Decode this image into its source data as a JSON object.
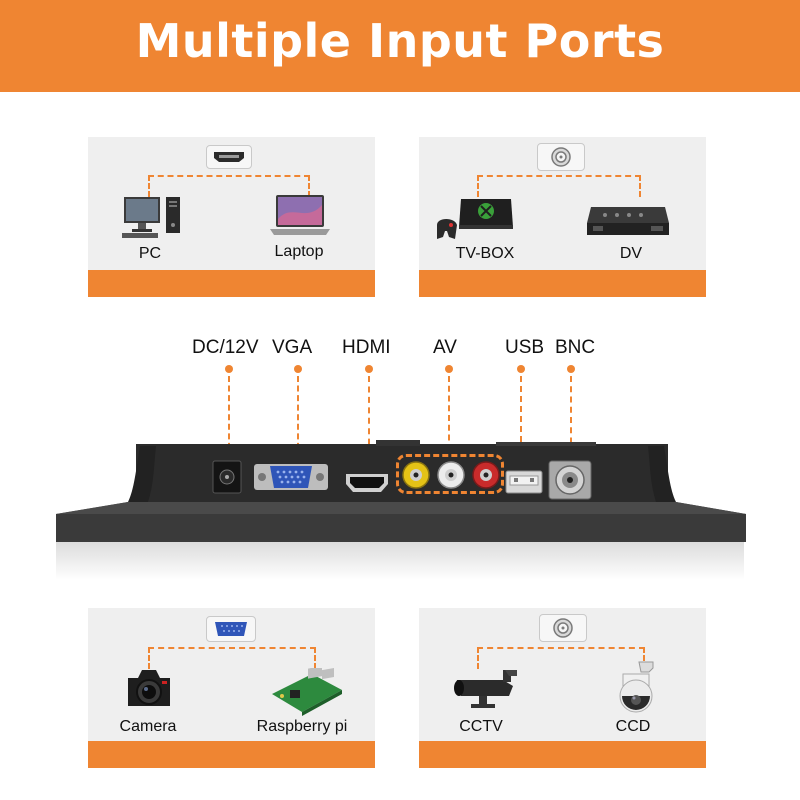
{
  "banner": {
    "title": "Multiple Input Ports",
    "color": "#ef8532"
  },
  "ports": [
    {
      "label": "DC/12V",
      "icon": "dc-jack-icon"
    },
    {
      "label": "VGA",
      "icon": "vga-port-icon"
    },
    {
      "label": "HDMI",
      "icon": "hdmi-port-icon"
    },
    {
      "label": "AV",
      "icon": "rca-av-icon"
    },
    {
      "label": "USB",
      "icon": "usb-port-icon"
    },
    {
      "label": "BNC",
      "icon": "bnc-port-icon"
    }
  ],
  "cards": {
    "hdmi_card": {
      "port_icon": "hdmi-port-icon",
      "left_label": "PC",
      "right_label": "Laptop"
    },
    "bnc_card_top": {
      "port_icon": "bnc-port-icon",
      "left_label": "TV-BOX",
      "right_label": "DV"
    },
    "vga_card": {
      "port_icon": "vga-port-icon",
      "left_label": "Camera",
      "right_label": "Raspberry pi"
    },
    "bnc_card_bottom": {
      "port_icon": "bnc-port-icon",
      "left_label": "CCTV",
      "right_label": "CCD"
    }
  }
}
